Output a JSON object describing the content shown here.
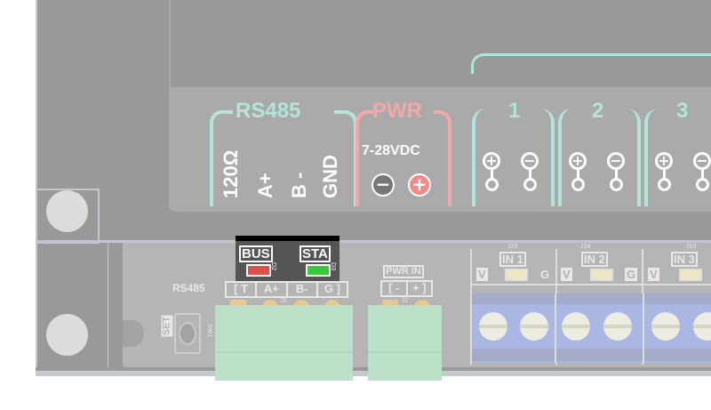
{
  "board": {
    "colors": {
      "board": "#999999",
      "label_panel": "#aaaaaa",
      "pcb": "#b5b5b5",
      "teal": "#b3e5da",
      "pink": "#f5a8a8",
      "terminal_green": "#bde0c8",
      "terminal_blue": "#aab7e3",
      "led_red": "#e0504a",
      "led_green": "#3cc83c"
    }
  },
  "label_panel": {
    "rs485": {
      "title": "RS485",
      "pins": [
        "120Ω",
        "A+",
        "B -",
        "GND"
      ]
    },
    "pwr": {
      "title": "PWR",
      "voltage": "7-28VDC",
      "minus_icon": "−",
      "plus_icon": "+"
    },
    "inputs": [
      {
        "number": "1",
        "plus": "+",
        "minus": "−"
      },
      {
        "number": "2",
        "plus": "+",
        "minus": "−"
      },
      {
        "number": "3",
        "plus": "+",
        "minus": "−"
      }
    ]
  },
  "pcb": {
    "leds": {
      "bus_label": "BUS",
      "sta_label": "STA",
      "bus_ref": "D2",
      "sta_ref": "D3"
    },
    "rs485_silk": {
      "label": "RS485",
      "pins": [
        "[ T",
        "A+",
        "B-",
        "G ]"
      ],
      "connector_ref": "J5"
    },
    "set_button": {
      "label": "SET",
      "ref": "SW1"
    },
    "pwr_in": {
      "label": "PWR IN",
      "pins": [
        "[ -",
        "+ ]"
      ],
      "connector_ref": "J1"
    },
    "inputs": [
      {
        "label": "IN 1",
        "ref": "J23",
        "v": "V",
        "g": "G"
      },
      {
        "label": "IN 2",
        "ref": "J14",
        "v": "V",
        "g": "G"
      },
      {
        "label": "IN 3",
        "ref": "J15",
        "v": "V",
        "g": ""
      }
    ]
  }
}
